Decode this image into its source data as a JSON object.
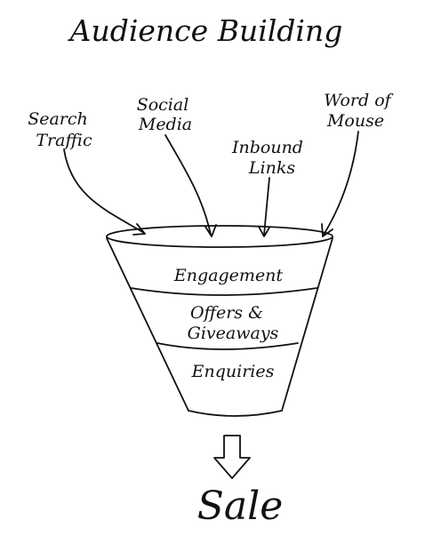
{
  "title": "Audience Building",
  "sources": [
    {
      "line1": "Search",
      "line2": "Traffic"
    },
    {
      "line1": "Social",
      "line2": "Media"
    },
    {
      "line1": "Inbound",
      "line2": "Links"
    },
    {
      "line1": "Word of",
      "line2": "Mouse"
    }
  ],
  "funnel": {
    "stage1": "Engagement",
    "stage2_line1": "Offers &",
    "stage2_line2": "Giveaways",
    "stage3": "Enquiries"
  },
  "result": "Sale",
  "colors": {
    "ink": "#111111",
    "background": "#ffffff"
  }
}
